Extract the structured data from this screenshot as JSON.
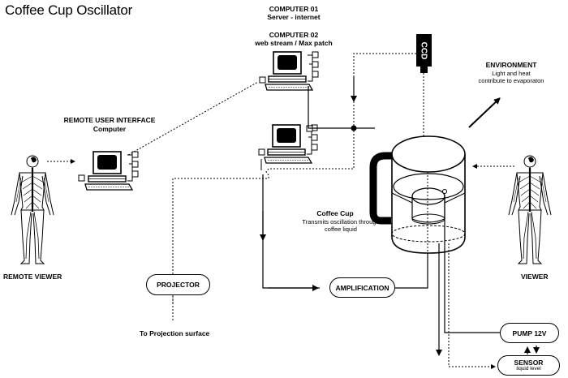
{
  "title": "Coffee Cup Oscillator",
  "computer01": {
    "heading": "COMPUTER 01",
    "subtitle": "Server - internet"
  },
  "computer02": {
    "heading": "COMPUTER 02",
    "subtitle": "web stream / Max patch"
  },
  "remote_ui": {
    "heading": "REMOTE USER INTERFACE",
    "subtitle": "Computer"
  },
  "ccd": "CCD",
  "environment": {
    "heading": "ENVIRONMENT",
    "line1": "Light and heat",
    "line2": "contribute to evaporaton"
  },
  "coffee_cup": {
    "heading": "Coffee Cup",
    "line1": "Transmits oscillation through",
    "line2": "coffee liquid"
  },
  "remote_viewer": "REMOTE VIEWER",
  "viewer": "VIEWER",
  "projector": "PROJECTOR",
  "projection_surface": "To Projection surface",
  "amplification": "AMPLIFICATION",
  "pump": "PUMP 12V",
  "sensor": {
    "label": "SENSOR",
    "sub": "liquid level"
  }
}
